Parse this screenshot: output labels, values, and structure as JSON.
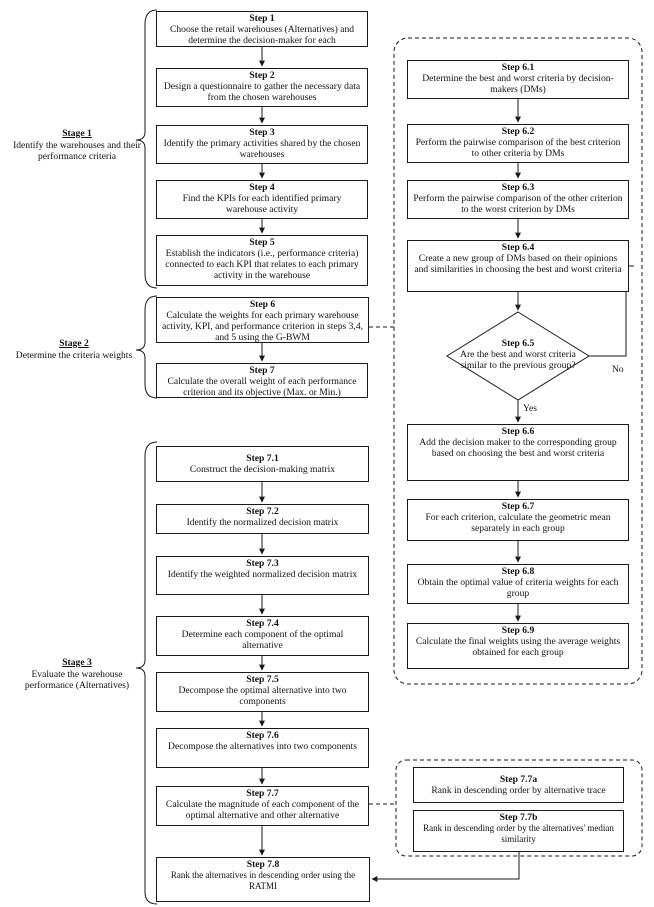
{
  "stages": [
    {
      "id": "s1",
      "title": "Stage 1",
      "desc": "Identify the warehouses and their performance criteria"
    },
    {
      "id": "s2",
      "title": "Stage 2",
      "desc": "Determine the criteria weights"
    },
    {
      "id": "s3",
      "title": "Stage 3",
      "desc": "Evaluate the warehouse performance (Alternatives)"
    }
  ],
  "steps": {
    "s1": {
      "title": "Step 1",
      "text": "Choose the retail warehouses (Alternatives) and determine the decision-maker for each"
    },
    "s2": {
      "title": "Step 2",
      "text": "Design a questionnaire to gather the necessary data from the chosen warehouses"
    },
    "s3": {
      "title": "Step 3",
      "text": "Identify the primary activities shared by the chosen warehouses"
    },
    "s4": {
      "title": "Step 4",
      "text": "Find the KPIs for each identified primary warehouse activity"
    },
    "s5": {
      "title": "Step 5",
      "text": "Establish the indicators (i.e., performance criteria) connected to each KPI that relates to each primary activity in the warehouse"
    },
    "s6": {
      "title": "Step 6",
      "text": "Calculate the weights for each primary warehouse activity, KPI, and performance criterion in steps 3,4, and 5 using the G-BWM"
    },
    "s7": {
      "title": "Step 7",
      "text": "Calculate the overall weight of each performance criterion and its objective (Max. or Min.)"
    },
    "s71": {
      "title": "Step 7.1",
      "text": "Construct the decision-making matrix"
    },
    "s72": {
      "title": "Step 7.2",
      "text": "Identify the normalized decision matrix"
    },
    "s73": {
      "title": "Step 7.3",
      "text": "Identify the weighted normalized decision matrix"
    },
    "s74": {
      "title": "Step 7.4",
      "text": "Determine each component of the optimal alternative"
    },
    "s75": {
      "title": "Step 7.5",
      "text": "Decompose the optimal alternative into two components"
    },
    "s76": {
      "title": "Step 7.6",
      "text": "Decompose the alternatives into two components"
    },
    "s77": {
      "title": "Step 7.7",
      "text": "Calculate the magnitude of each component of the optimal alternative and other alternative"
    },
    "s78": {
      "title": "Step 7.8",
      "text": "Rank the alternatives in descending order using the RATMI"
    },
    "s61": {
      "title": "Step 6.1",
      "text": "Determine the best and worst criteria by decision-makers (DMs)"
    },
    "s62": {
      "title": "Step 6.2",
      "text": "Perform the pairwise comparison of the best criterion to other criteria by DMs"
    },
    "s63": {
      "title": "Step 6.3",
      "text": "Perform the pairwise comparison of the other criterion to the worst criterion by DMs"
    },
    "s64": {
      "title": "Step 6.4",
      "text": "Create a new group of DMs based on their opinions and similarities in choosing the best and worst criteria"
    },
    "s65": {
      "title": "Step 6.5",
      "text": "Are the best and worst criteria similar to the previous group?"
    },
    "s66": {
      "title": "Step 6.6",
      "text": "Add the decision maker to the corresponding group based on choosing the best and worst criteria"
    },
    "s67": {
      "title": "Step 6.7",
      "text": "For each criterion, calculate the geometric mean separately in each group"
    },
    "s68": {
      "title": "Step 6.8",
      "text": "Obtain the optimal value of criteria weights for each group"
    },
    "s69": {
      "title": "Step 6.9",
      "text": "Calculate the final weights using the average weights obtained for each group"
    },
    "s77a": {
      "title": "Step 7.7a",
      "text": "Rank in descending order by alternative trace"
    },
    "s77b": {
      "title": "Step 7.7b",
      "text": "Rank in descending order by the alternatives' median similarity"
    }
  },
  "branch_labels": {
    "no": "No",
    "yes": "Yes"
  }
}
